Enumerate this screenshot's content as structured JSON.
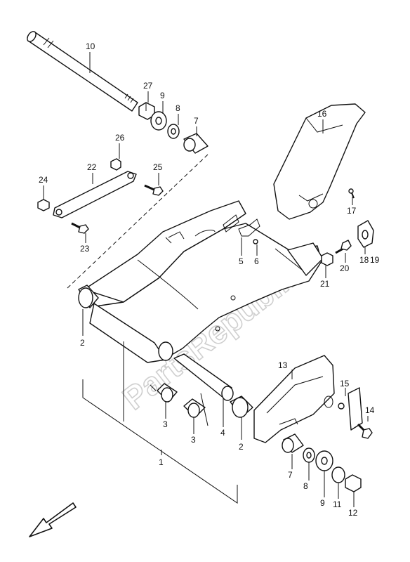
{
  "watermark": "PartsRepublik",
  "callouts": {
    "c1": "1",
    "c2a": "2",
    "c2b": "2",
    "c3a": "3",
    "c3b": "3",
    "c4": "4",
    "c5": "5",
    "c6": "6",
    "c7a": "7",
    "c7b": "7",
    "c8a": "8",
    "c8b": "8",
    "c9a": "9",
    "c9b": "9",
    "c10": "10",
    "c11": "11",
    "c12": "12",
    "c13": "13",
    "c14": "14",
    "c15": "15",
    "c16": "16",
    "c17": "17",
    "c18": "18",
    "c19": "19",
    "c20": "20",
    "c21": "21",
    "c22": "22",
    "c23": "23",
    "c24": "24",
    "c25": "25",
    "c26": "26",
    "c27": "27"
  },
  "icons": {
    "front_arrow": "arrow-down-left-icon"
  }
}
